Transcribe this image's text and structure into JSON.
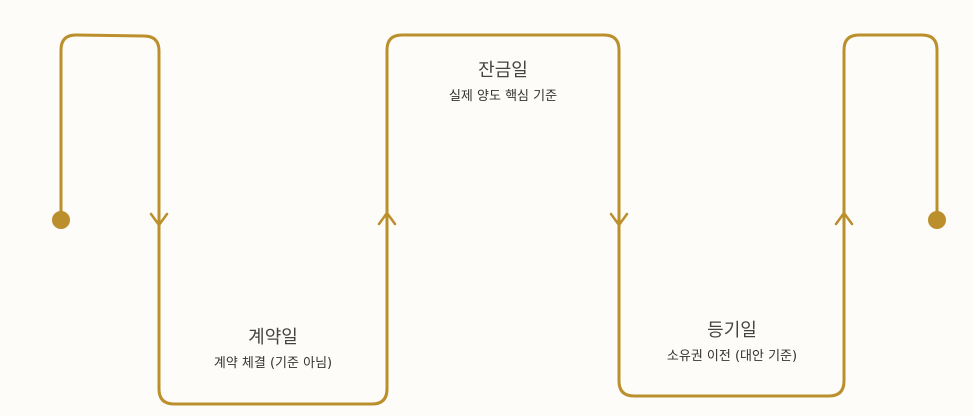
{
  "colors": {
    "line": "#bb8f2b",
    "background": "#fdfcf9",
    "text": "#333333"
  },
  "steps": [
    {
      "title": "계약일",
      "description": "계약 체결 (기준 아님)"
    },
    {
      "title": "잔금일",
      "description": "실제 양도 핵심 기준"
    },
    {
      "title": "등기일",
      "description": "소유권 이전 (대안 기준)"
    }
  ]
}
